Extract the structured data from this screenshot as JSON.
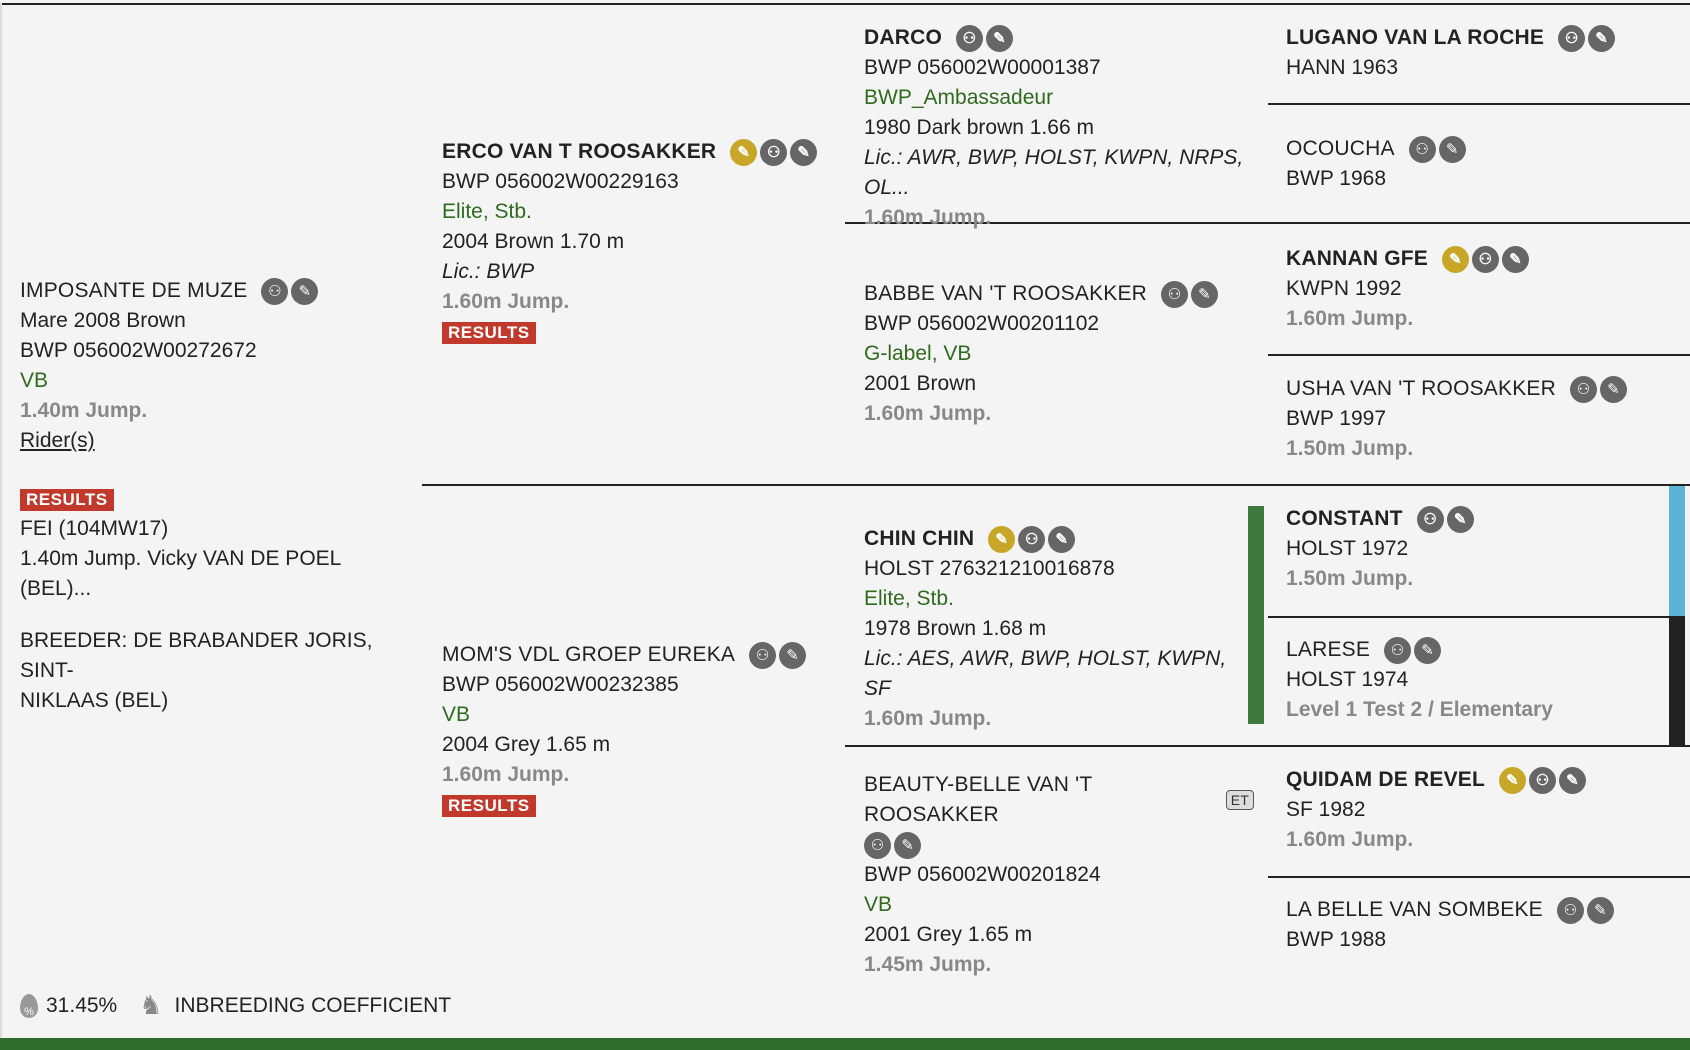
{
  "icons": {
    "pedigree": "⚇",
    "edit": "✎",
    "sire": "✎"
  },
  "subject": {
    "name": "IMPOSANTE DE MUZE",
    "info": "Mare 2008 Brown",
    "id": "BWP 056002W00272672",
    "pred": "VB",
    "level": "1.40m Jump.",
    "riders": "Rider(s)",
    "results_label": "RESULTS",
    "fei": "FEI (104MW17)",
    "result_line": "1.40m Jump. Vicky VAN DE POEL (BEL)...",
    "breeder_line1": "BREEDER: DE BRABANDER JORIS, SINT-",
    "breeder_line2": "NIKLAAS (BEL)"
  },
  "sire": {
    "name": "ERCO VAN T ROOSAKKER",
    "id": "BWP 056002W00229163",
    "pred": "Elite, Stb.",
    "info": "2004 Brown 1.70 m",
    "lic": "Lic.: BWP",
    "level": "1.60m Jump.",
    "results_label": "RESULTS"
  },
  "dam": {
    "name": "MOM'S VDL GROEP EUREKA",
    "id": "BWP 056002W00232385",
    "pred": "VB",
    "info": "2004 Grey 1.65 m",
    "level": "1.60m Jump.",
    "results_label": "RESULTS"
  },
  "ss": {
    "name": "DARCO",
    "id": "BWP 056002W00001387",
    "pred": "BWP_Ambassadeur",
    "info": "1980 Dark brown 1.66 m",
    "lic": "Lic.: AWR, BWP, HOLST, KWPN, NRPS, OL...",
    "level": "1.60m Jump."
  },
  "sd": {
    "name": "BABBE VAN 'T ROOSAKKER",
    "id": "BWP 056002W00201102",
    "pred": "G-label, VB",
    "info": "2001 Brown",
    "level": "1.60m Jump."
  },
  "ds": {
    "name": "CHIN CHIN",
    "id": "HOLST 276321210016878",
    "pred": "Elite, Stb.",
    "info": "1978 Brown 1.68 m",
    "lic": "Lic.: AES, AWR, BWP, HOLST, KWPN, SF",
    "level": "1.60m Jump."
  },
  "dd": {
    "name": "BEAUTY-BELLE VAN 'T ROOSAKKER",
    "et": "ET",
    "id": "BWP 056002W00201824",
    "pred": "VB",
    "info": "2001 Grey 1.65 m",
    "level": "1.45m Jump."
  },
  "g4": [
    {
      "name": "LUGANO VAN LA ROCHE",
      "info": "HANN 1963"
    },
    {
      "name": "OCOUCHA",
      "info": "BWP 1968"
    },
    {
      "name": "KANNAN GFE",
      "info": "KWPN 1992",
      "level": "1.60m Jump."
    },
    {
      "name": "USHA VAN 'T ROOSAKKER",
      "info": "BWP 1997",
      "level": "1.50m Jump."
    },
    {
      "name": "CONSTANT",
      "info": "HOLST 1972",
      "level": "1.50m Jump."
    },
    {
      "name": "LARESE",
      "info": "HOLST 1974",
      "level": "Level 1 Test 2 / Elementary"
    },
    {
      "name": "QUIDAM DE REVEL",
      "info": "SF 1982",
      "level": "1.60m Jump."
    },
    {
      "name": "LA BELLE VAN SOMBEKE",
      "info": "BWP 1988"
    }
  ],
  "footer": {
    "percent": "31.45%",
    "drop_label": "%",
    "label": "INBREEDING COEFFICIENT"
  }
}
